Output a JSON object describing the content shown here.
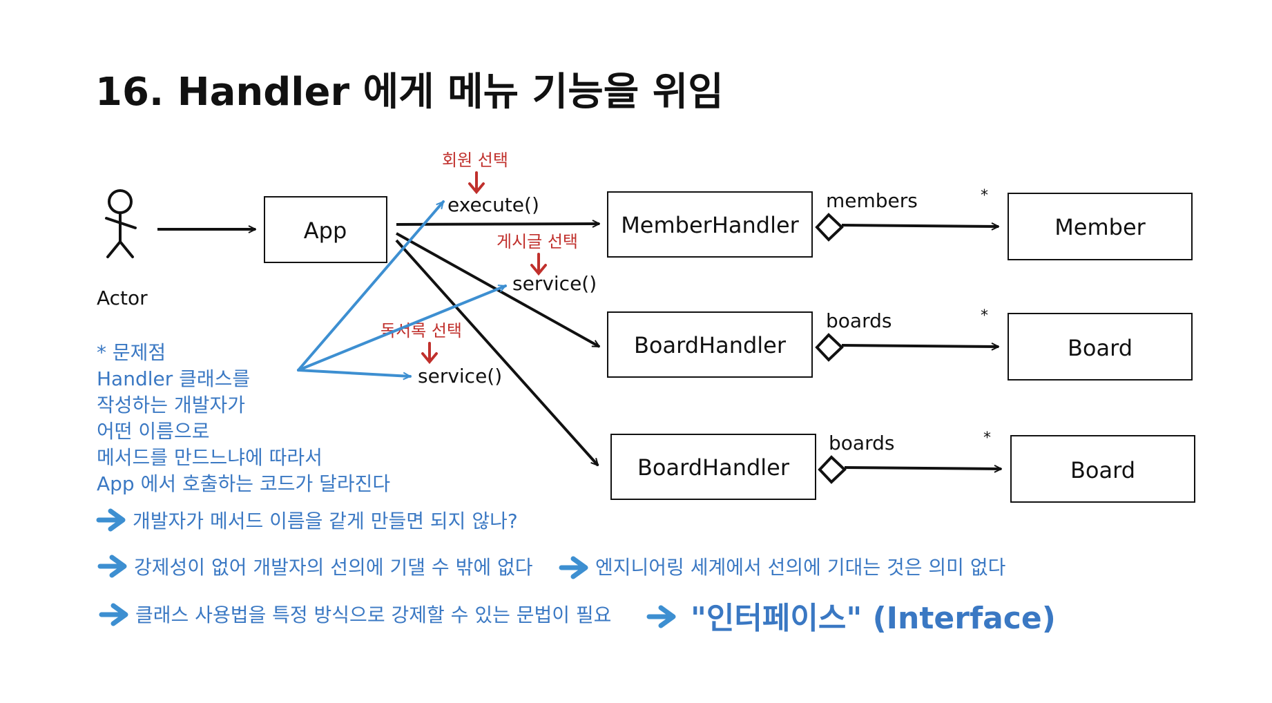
{
  "title": "16. Handler 에게 메뉴 기능을 위임",
  "colors": {
    "ink": "#111111",
    "blue": "#3a78c3",
    "arrow_blue": "#3d8fd1",
    "red": "#c0302c"
  },
  "actor": {
    "label": "Actor"
  },
  "app": {
    "label": "App"
  },
  "handlers": {
    "member": "MemberHandler",
    "board1": "BoardHandler",
    "board2": "BoardHandler"
  },
  "entities": {
    "member": "Member",
    "board1": "Board",
    "board2": "Board"
  },
  "associations": {
    "members": "members",
    "boards1": "boards",
    "boards2": "boards",
    "multiplicity": "*"
  },
  "methods": {
    "execute": "execute()",
    "service1": "service()",
    "service2": "service()"
  },
  "selections": {
    "member": "회원 선택",
    "board": "게시글 선택",
    "reading": "독서록 선택"
  },
  "problem": {
    "heading": "* 문제점",
    "lines": [
      "Handler 클래스를",
      "작성하는 개발자가",
      "어떤 이름으로",
      "메서드를 만드느냐에 따라서",
      "App 에서 호출하는 코드가 달라진다"
    ]
  },
  "conclusions": {
    "line1": "개발자가 메서드 이름을 같게 만들면 되지 않나?",
    "line2": "강제성이 없어 개발자의 선의에 기댈 수 밖에 없다",
    "line2b": "엔지니어링 세계에서 선의에 기대는 것은 의미 없다",
    "line3": "클래스 사용법을 특정 방식으로 강제할 수 있는 문법이 필요",
    "answer": "\"인터페이스\" (Interface)"
  }
}
